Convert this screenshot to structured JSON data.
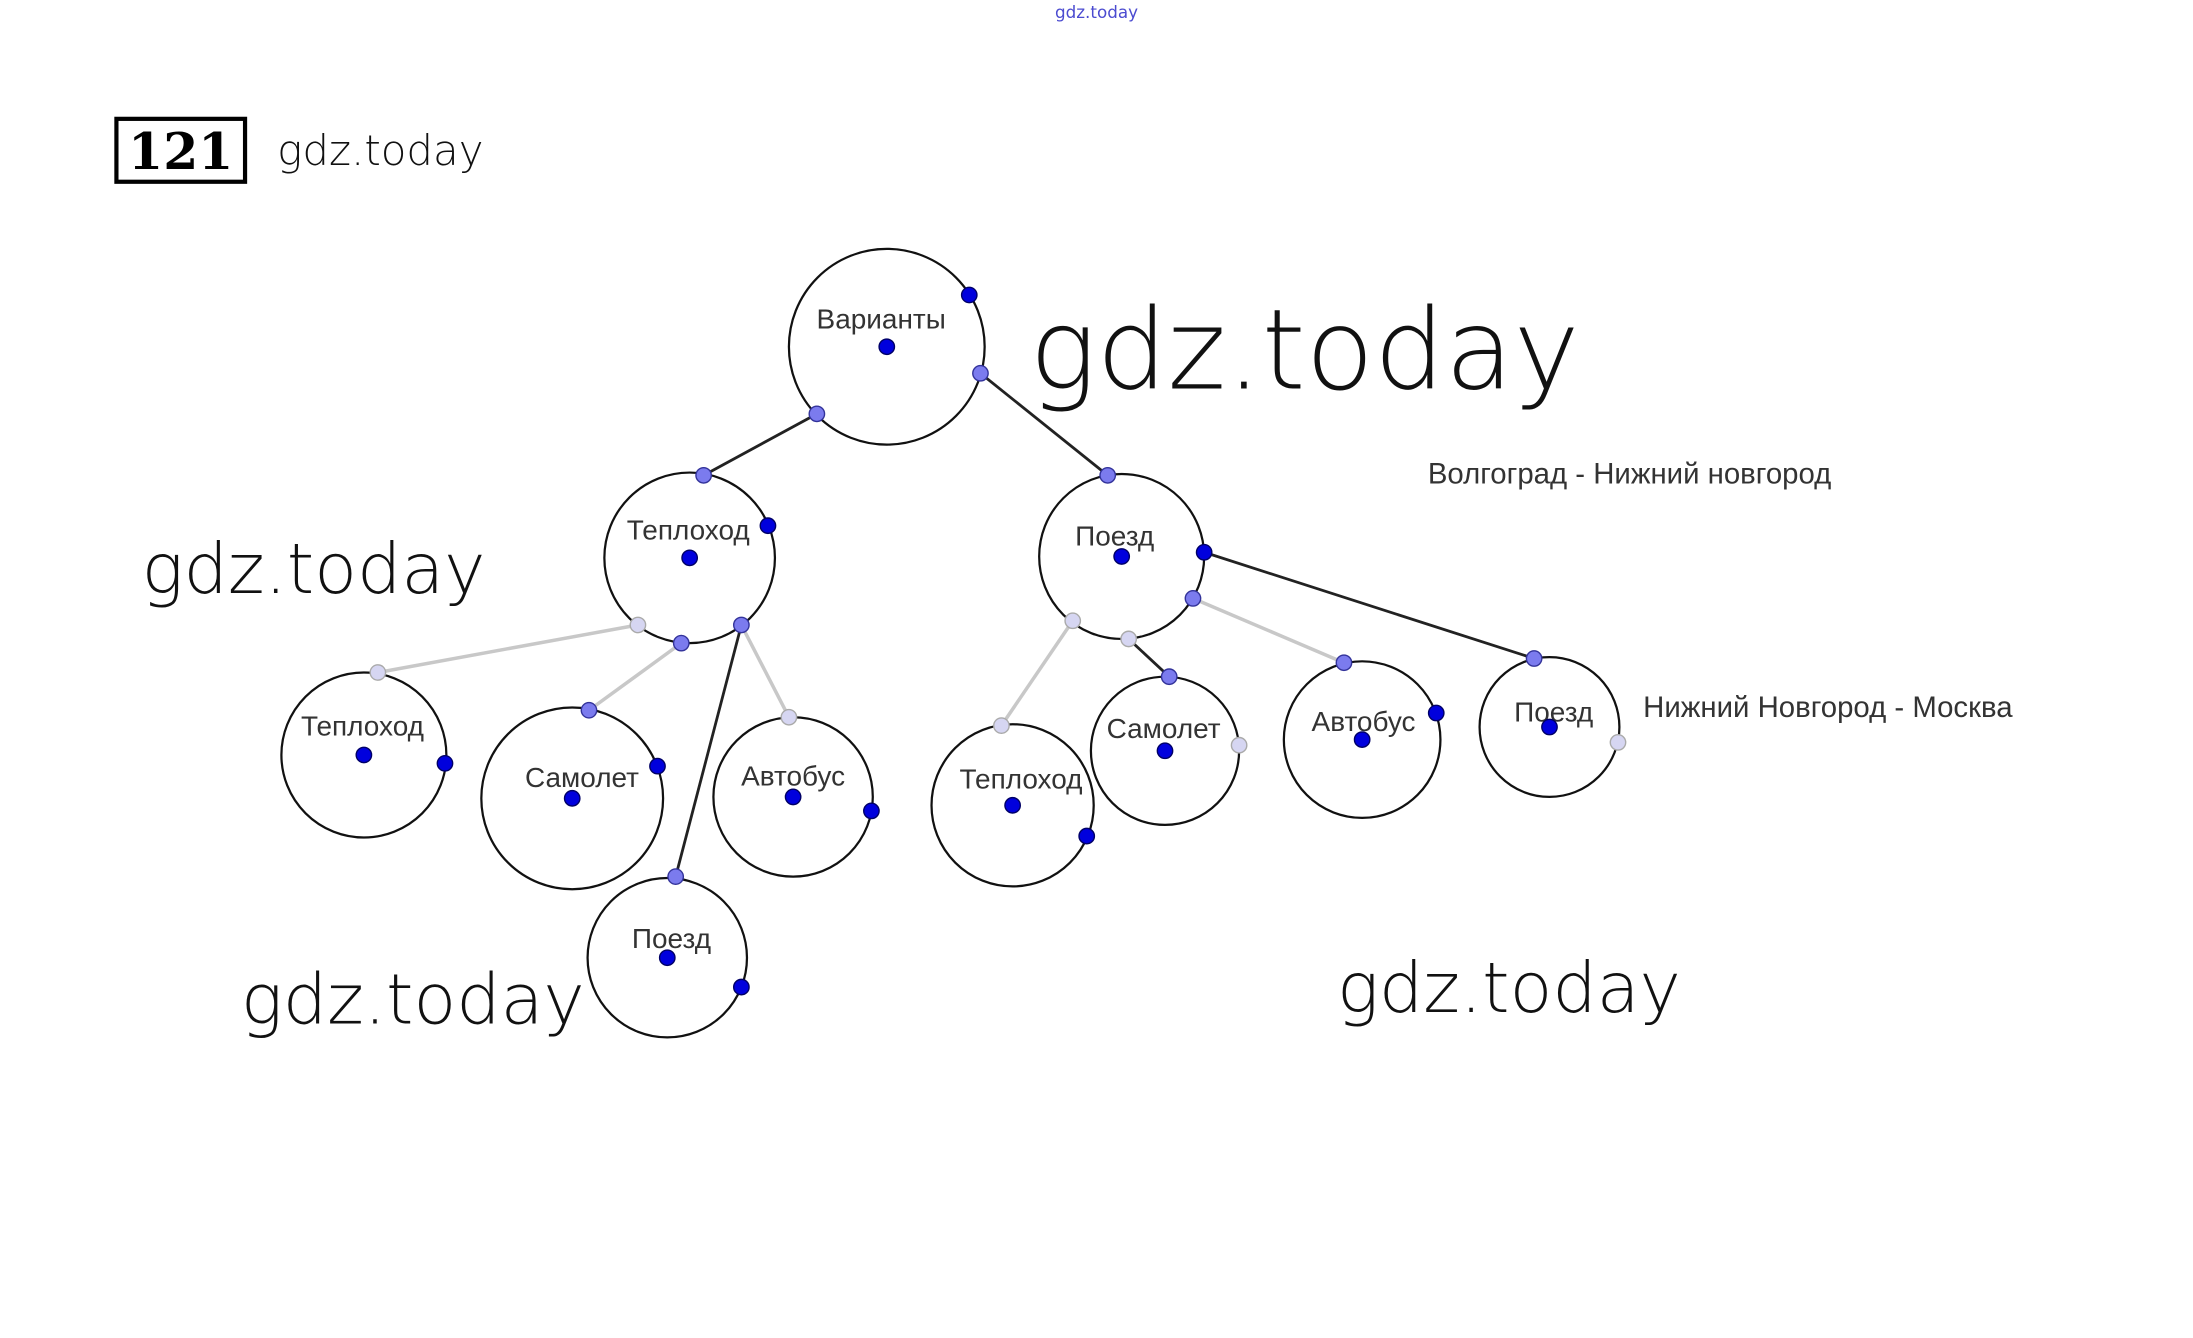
{
  "header": {
    "problem_number": "121",
    "site": "gdz.today",
    "top_watermark": "gdz.today"
  },
  "watermarks": [
    "gdz.today",
    "gdz.today",
    "gdz.today",
    "gdz.today"
  ],
  "tree": {
    "root": "Варианты",
    "level1": [
      "Теплоход",
      "Поезд"
    ],
    "left_children": [
      "Теплоход",
      "Самолет",
      "Автобус",
      "Поезд"
    ],
    "right_children": [
      "Теплоход",
      "Самолет",
      "Автобус",
      "Поезд"
    ]
  },
  "notes": {
    "leg1": "Волгоград - Нижний новгород",
    "leg2": "Нижний Новгород - Москва"
  }
}
